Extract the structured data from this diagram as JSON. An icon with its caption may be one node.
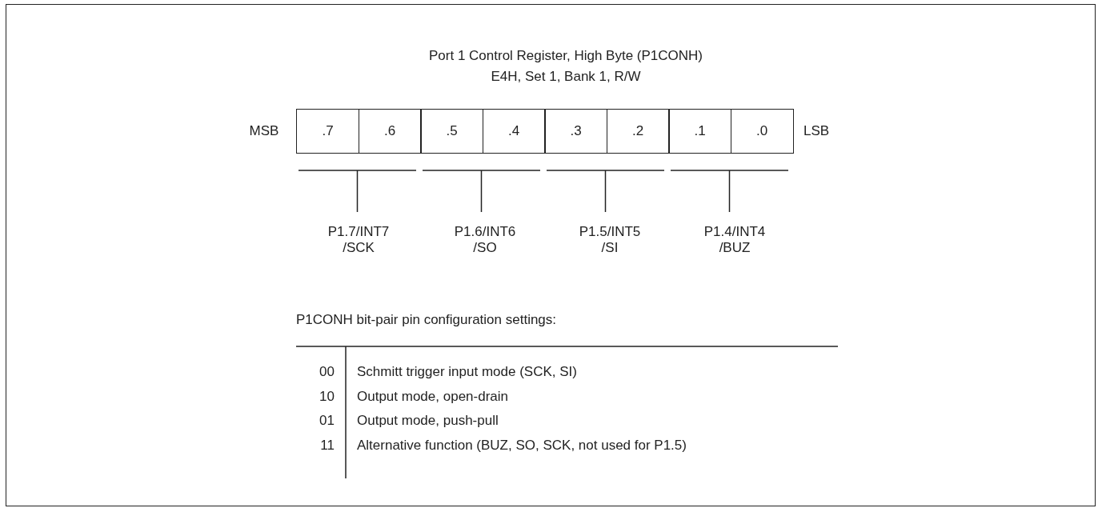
{
  "diagram": {
    "title": "Port 1 Control Register, High Byte (P1CONH)",
    "nodes": [
      {
        "text": [
          ".7"
        ]
      },
      {
        "text": [
          ".6"
        ]
      },
      {
        "text": [
          ".5"
        ]
      },
      {
        "text": [
          ".4"
        ]
      },
      {
        "text": [
          ".3"
        ]
      },
      {
        "text": [
          ".2"
        ]
      },
      {
        "text": [
          ".1"
        ]
      },
      {
        "text": [
          ".0"
        ]
      }
    ],
    "edges": [],
    "labels": [
      "E4H, Set 1, Bank 1, R/W",
      "MSB",
      "LSB",
      "P1.7/INT7 /SCK",
      "P1.6/INT6 /SO",
      "P1.5/INT5 /SI",
      "P1.4/INT4 /BUZ",
      "P1CONH bit-pair pin configuration settings:",
      "00",
      "Schmitt trigger input mode (SCK, SI)",
      "10",
      "Output mode, open-drain",
      "01",
      "Output mode, push-pull",
      "11",
      "Alternative function (BUZ, SO, SCK, not used for P1.5)"
    ]
  }
}
